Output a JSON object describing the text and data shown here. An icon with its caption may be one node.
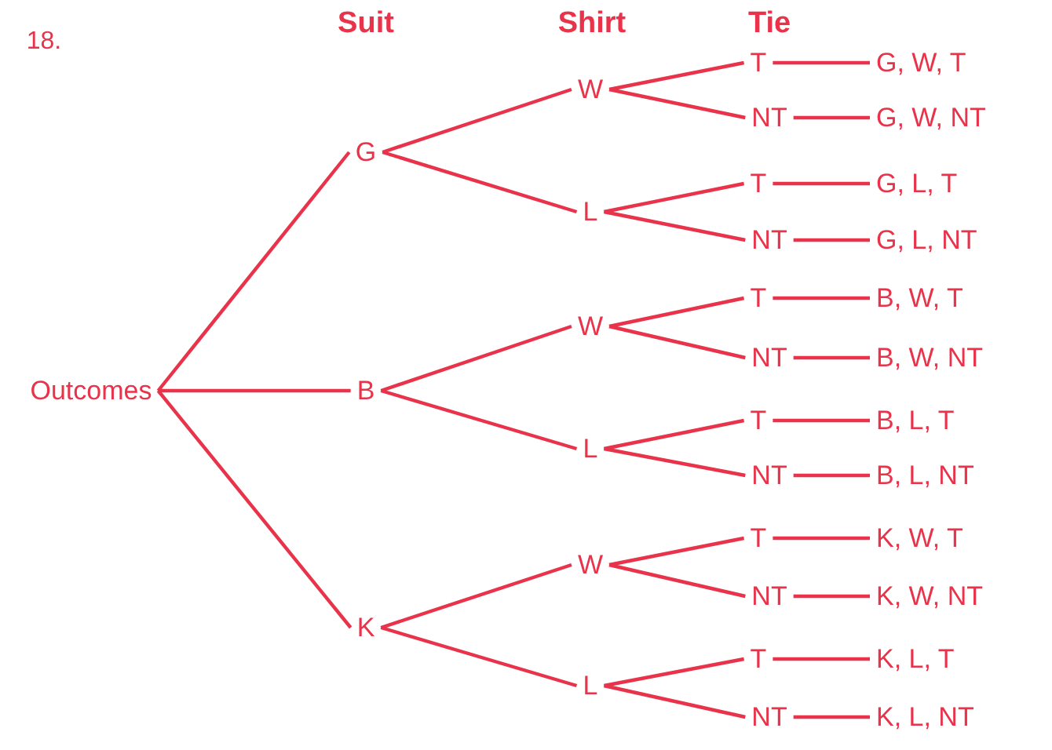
{
  "diagram": {
    "nodes": [
      {
        "text": [
          "Outcomes"
        ]
      },
      {
        "text": [
          "G"
        ]
      },
      {
        "text": [
          "W"
        ]
      },
      {
        "text": [
          "T"
        ]
      },
      {
        "text": [
          "G, W, T"
        ]
      },
      {
        "text": [
          "NT"
        ]
      },
      {
        "text": [
          "G, W, NT"
        ]
      },
      {
        "text": [
          "L"
        ]
      },
      {
        "text": [
          "T"
        ]
      },
      {
        "text": [
          "G, L, T"
        ]
      },
      {
        "text": [
          "NT"
        ]
      },
      {
        "text": [
          "G, L, NT"
        ]
      },
      {
        "text": [
          "B"
        ]
      },
      {
        "text": [
          "W"
        ]
      },
      {
        "text": [
          "T"
        ]
      },
      {
        "text": [
          "B, W, T"
        ]
      },
      {
        "text": [
          "NT"
        ]
      },
      {
        "text": [
          "B, W, NT"
        ]
      },
      {
        "text": [
          "L"
        ]
      },
      {
        "text": [
          "T"
        ]
      },
      {
        "text": [
          "B, L, T"
        ]
      },
      {
        "text": [
          "NT"
        ]
      },
      {
        "text": [
          "B, L, NT"
        ]
      },
      {
        "text": [
          "K"
        ]
      },
      {
        "text": [
          "W"
        ]
      },
      {
        "text": [
          "T"
        ]
      },
      {
        "text": [
          "K, W, T"
        ]
      },
      {
        "text": [
          "NT"
        ]
      },
      {
        "text": [
          "K, W, NT"
        ]
      },
      {
        "text": [
          "L"
        ]
      },
      {
        "text": [
          "T"
        ]
      },
      {
        "text": [
          "K, L, T"
        ]
      },
      {
        "text": [
          "NT"
        ]
      },
      {
        "text": [
          "K, L, NT"
        ]
      }
    ],
    "edges": [
      {
        "from": 0,
        "to": 1,
        "arrow": "none"
      },
      {
        "from": 0,
        "to": 12,
        "arrow": "none"
      },
      {
        "from": 0,
        "to": 23,
        "arrow": "none"
      },
      {
        "from": 1,
        "to": 2,
        "arrow": "none"
      },
      {
        "from": 1,
        "to": 7,
        "arrow": "none"
      },
      {
        "from": 2,
        "to": 3,
        "arrow": "none"
      },
      {
        "from": 2,
        "to": 5,
        "arrow": "none"
      },
      {
        "from": 3,
        "to": 4,
        "arrow": "none"
      },
      {
        "from": 5,
        "to": 6,
        "arrow": "none"
      },
      {
        "from": 7,
        "to": 8,
        "arrow": "none"
      },
      {
        "from": 7,
        "to": 10,
        "arrow": "none"
      },
      {
        "from": 8,
        "to": 9,
        "arrow": "none"
      },
      {
        "from": 10,
        "to": 11,
        "arrow": "none"
      },
      {
        "from": 12,
        "to": 13,
        "arrow": "none"
      },
      {
        "from": 12,
        "to": 18,
        "arrow": "none"
      },
      {
        "from": 13,
        "to": 14,
        "arrow": "none"
      },
      {
        "from": 13,
        "to": 16,
        "arrow": "none"
      },
      {
        "from": 14,
        "to": 15,
        "arrow": "none"
      },
      {
        "from": 16,
        "to": 17,
        "arrow": "none"
      },
      {
        "from": 18,
        "to": 19,
        "arrow": "none"
      },
      {
        "from": 18,
        "to": 21,
        "arrow": "none"
      },
      {
        "from": 19,
        "to": 20,
        "arrow": "none"
      },
      {
        "from": 21,
        "to": 22,
        "arrow": "none"
      },
      {
        "from": 23,
        "to": 24,
        "arrow": "none"
      },
      {
        "from": 23,
        "to": 29,
        "arrow": "none"
      },
      {
        "from": 24,
        "to": 25,
        "arrow": "none"
      },
      {
        "from": 24,
        "to": 27,
        "arrow": "none"
      },
      {
        "from": 25,
        "to": 26,
        "arrow": "none"
      },
      {
        "from": 27,
        "to": 28,
        "arrow": "none"
      },
      {
        "from": 29,
        "to": 30,
        "arrow": "none"
      },
      {
        "from": 29,
        "to": 32,
        "arrow": "none"
      },
      {
        "from": 30,
        "to": 31,
        "arrow": "none"
      },
      {
        "from": 32,
        "to": 33,
        "arrow": "none"
      }
    ],
    "labels": [
      "18.",
      "Suit",
      "Shirt",
      "Tie"
    ]
  }
}
